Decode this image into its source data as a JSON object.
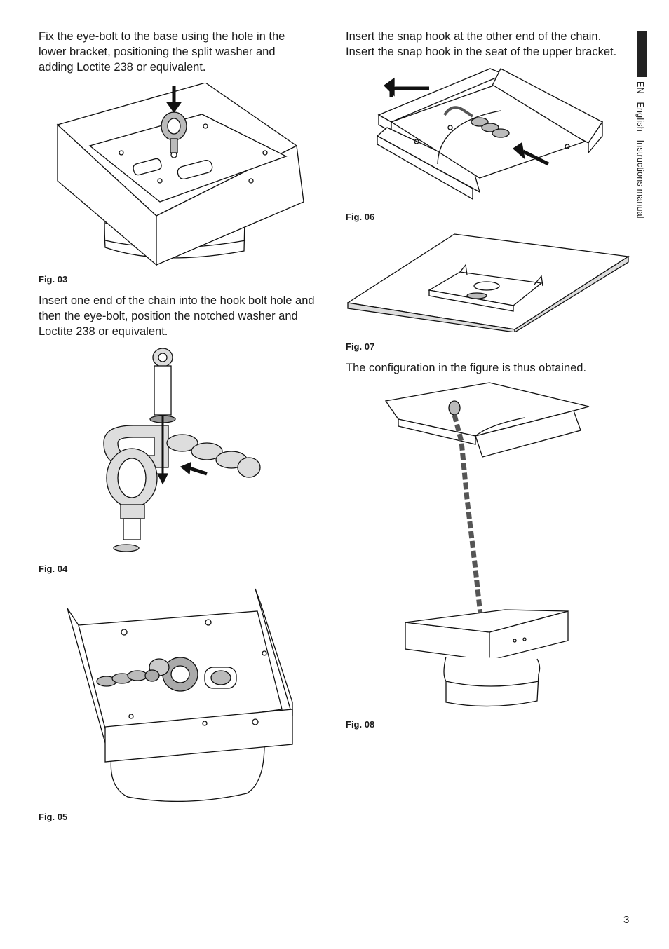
{
  "side": {
    "label": "EN - English - Instructions manual"
  },
  "page_number": "3",
  "left": {
    "p1": "Fix the eye-bolt to the base using the hole in the lower bracket, positioning the split washer and adding Loctite 238 or equivalent.",
    "fig03": "Fig. 03",
    "p2": "Insert one end of the chain into the hook bolt hole and then the eye-bolt, position the notched washer and Loctite 238 or equivalent.",
    "fig04": "Fig. 04",
    "fig05": "Fig. 05"
  },
  "right": {
    "p1": "Insert the snap hook at the other end of the chain. Insert the snap hook in the seat of the upper bracket.",
    "fig06": "Fig. 06",
    "fig07": "Fig. 07",
    "p2": "The configuration in the figure is thus obtained.",
    "fig08": "Fig. 08"
  }
}
